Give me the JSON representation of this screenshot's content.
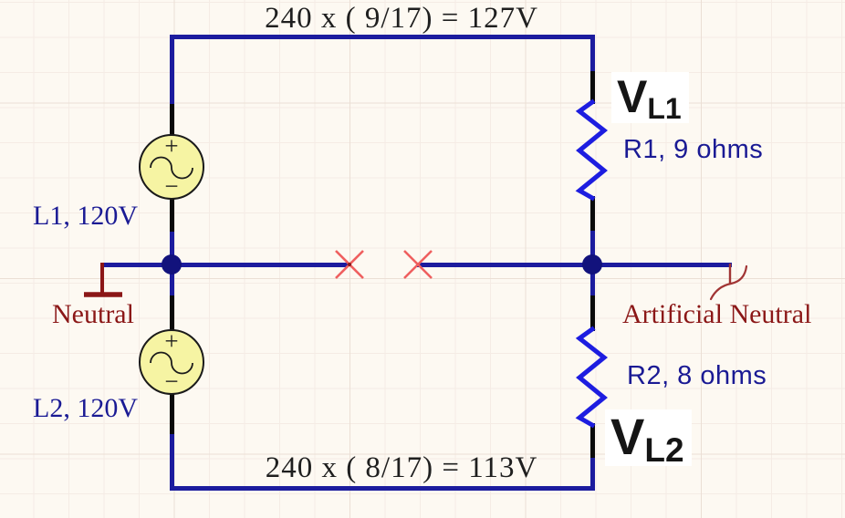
{
  "colors": {
    "background": "#fdf9f2",
    "grid_minor": "#f5ece5",
    "grid_major": "#ebdfd5",
    "wire_blue": "#1c1c9e",
    "junction_blue": "#12127c",
    "resistor_blue": "#1d1de0",
    "lead_black": "#0a0a0a",
    "source_fill": "#f6f4a3",
    "source_outline": "#1a1a1a",
    "label_navy": "#1a1a94",
    "equation_black": "#1f1f1f",
    "dark_red": "#8b1717",
    "annotation_red": "#a13434",
    "x_mark_red": "#ef5f5f",
    "label_box_white": "#ffffff"
  },
  "equations": {
    "top": "240 x ( 9/17) = 127V",
    "bottom": "240 x ( 8/17) = 113V"
  },
  "sources": [
    {
      "label": "L1, 120V",
      "plus": "+",
      "minus": "−"
    },
    {
      "label": "L2, 120V",
      "plus": "+",
      "minus": "−"
    }
  ],
  "resistors": [
    {
      "label": "R1, 9 ohms",
      "v_main": "V",
      "v_sub": "L1"
    },
    {
      "label": "R2, 8 ohms",
      "v_main": "V",
      "v_sub": "L2"
    }
  ],
  "nodes": {
    "neutral": "Neutral",
    "artificial_neutral": "Artificial Neutral"
  }
}
